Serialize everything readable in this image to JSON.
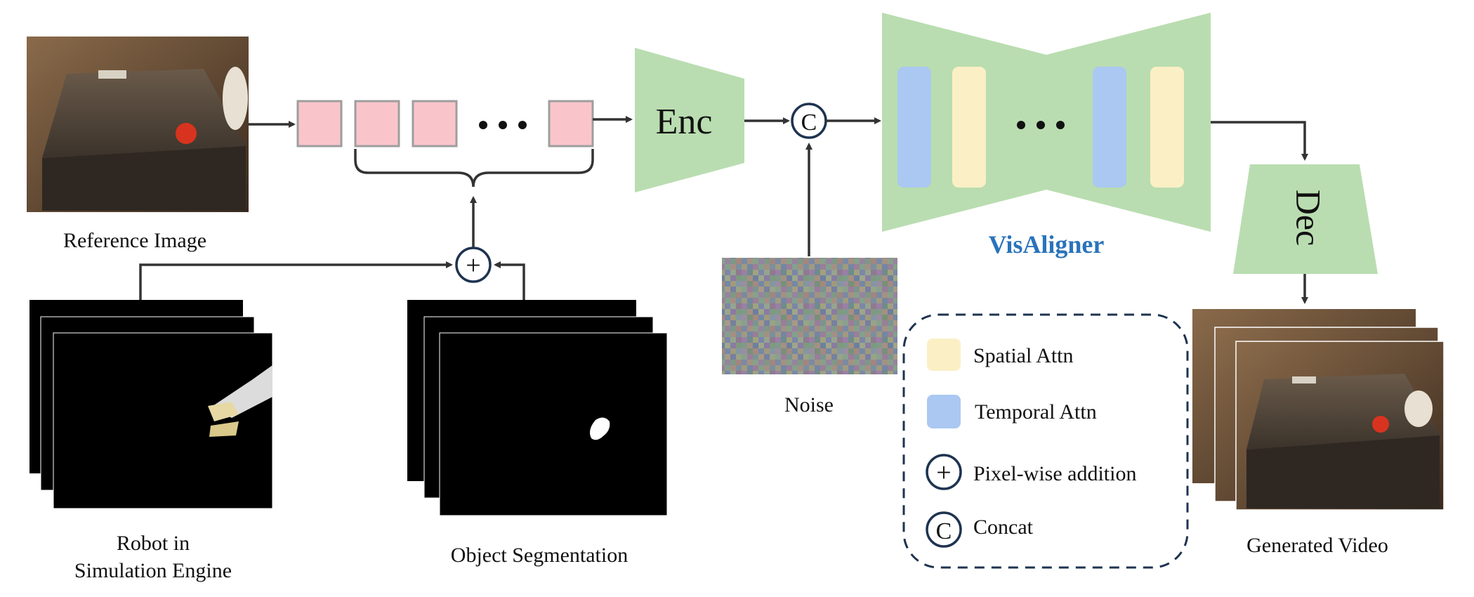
{
  "labels": {
    "reference_image": "Reference Image",
    "robot_line1": "Robot in",
    "robot_line2": "Simulation Engine",
    "object_segmentation": "Object Segmentation",
    "noise": "Noise",
    "generated_video": "Generated Video",
    "visaligner": "VisAligner"
  },
  "blocks": {
    "encoder": "Enc",
    "decoder": "Dec",
    "ellipsis": "•••",
    "concat_symbol": "C",
    "add_symbol": "+"
  },
  "legend": {
    "spatial": "Spatial Attn",
    "temporal": "Temporal Attn",
    "pixel_add": "Pixel-wise addition",
    "concat": "Concat"
  },
  "colors": {
    "encoder_fill": "#b9ddb0",
    "token_fill": "#f9c5cb",
    "token_stroke": "#9e9e9e",
    "spatial_attn": "#fbefc5",
    "temporal_attn": "#aac8f2",
    "visaligner_text": "#2a73ba",
    "legend_border": "#1e3350",
    "arrow": "#333333"
  }
}
